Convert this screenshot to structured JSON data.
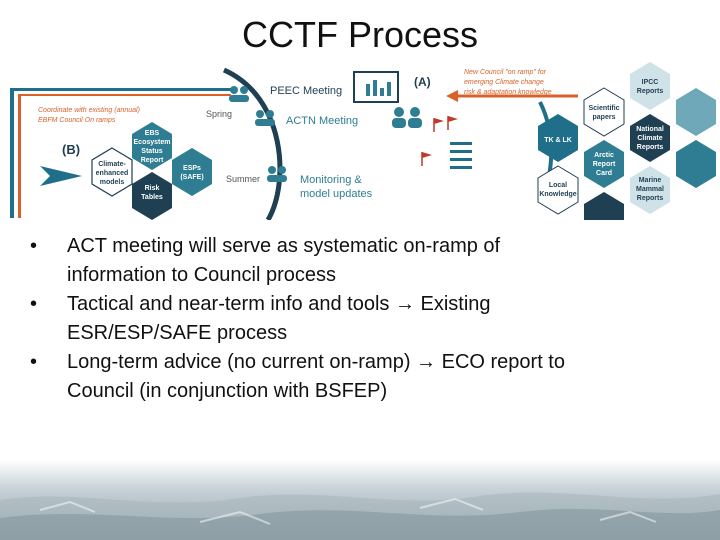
{
  "title": "CCTF Process",
  "diagram": {
    "coordinate": [
      "Coordinate with existing (annual)",
      "EBFM Council On ramps"
    ],
    "label_b": "(B)",
    "label_a": "(A)",
    "new_council": [
      "New Council \"on ramp\" for",
      "emerging Climate change",
      "risk & adaptation knowledge"
    ],
    "peec_meeting": "PEEC Meeting",
    "actn_meeting": "ACTN Meeting",
    "spring": "Spring",
    "summer": "Summer",
    "monitoring": [
      "Monitoring &",
      "model updates"
    ],
    "hex_ebs": [
      "EBS",
      "Ecosystem",
      "Status",
      "Report"
    ],
    "hex_climate": [
      "Climate-",
      "enhanced",
      "models"
    ],
    "hex_esps": [
      "ESPs",
      "(SAFE)"
    ],
    "hex_risk": [
      "Risk",
      "Tables"
    ],
    "hex_ipcc": [
      "IPCC",
      "Reports"
    ],
    "hex_scientific": [
      "Scientific",
      "papers"
    ],
    "hex_tk": "TK & LK",
    "hex_national": [
      "National",
      "Climate",
      "Reports"
    ],
    "hex_arctic": [
      "Arctic",
      "Report",
      "Card"
    ],
    "hex_local": [
      "Local",
      "Knowledge"
    ],
    "hex_marine": [
      "Marine",
      "Mammal",
      "Reports"
    ]
  },
  "bullets": [
    {
      "before": "ACT meeting will serve as systematic on-ramp of",
      "line2": "information to Council process"
    },
    {
      "before": "Tactical and near-term info and tools ",
      "arrow": "→",
      "after": " Existing",
      "line2": "ESR/ESP/SAFE process"
    },
    {
      "before": "Long-term advice (no current on-ramp) ",
      "arrow": "→",
      "after": " ECO report to",
      "line2": "Council (in conjunction with BSFEP)"
    }
  ],
  "bullet_glyph": "•",
  "colors": {
    "teal": "#1f6f8b",
    "light_teal": "#6fa8b8",
    "orange": "#d9622b",
    "red": "#c0392b",
    "dark": "#1f3f52"
  }
}
